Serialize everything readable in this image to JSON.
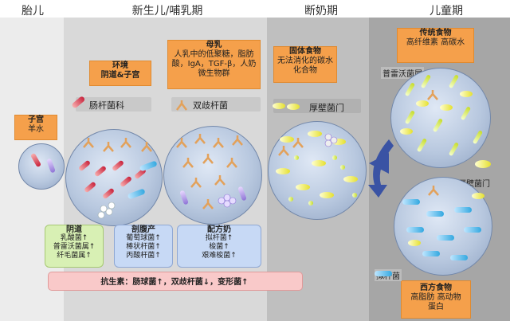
{
  "stages": {
    "fetus": "胎儿",
    "newborn": "新生儿/哺乳期",
    "weaning": "断奶期",
    "childhood": "儿童期"
  },
  "boxes": {
    "uterus": {
      "title": "子宫",
      "sub": "羊水"
    },
    "environment": {
      "title": "环境",
      "sub": "阴道&子宫"
    },
    "breastmilk": {
      "title": "母乳",
      "sub": "人乳中的低聚糖，脂肪酸，IgA，TGF-β，人奶微生物群"
    },
    "solid": {
      "title": "固体食物",
      "sub": "无法消化的碳水化合物"
    },
    "traditional": {
      "title": "传统食物",
      "sub": "高纤维素 高碳水"
    },
    "western": {
      "title": "西方食物",
      "sub": "高脂肪 高动物蛋白"
    }
  },
  "labels": {
    "enterobacteriaceae": "肠杆菌科",
    "bifido": "双歧杆菌",
    "firmicutes": "厚壁菌门",
    "prevotella": "普雷沃菌属",
    "firmicutes2": "厚壁菌门",
    "bacillus": "拟杆菌"
  },
  "chips": {
    "vaginal": {
      "title": "阴道",
      "lines": [
        "乳酸菌↑",
        "普雷沃菌属↑",
        "纤毛菌属↑"
      ]
    },
    "csection": {
      "title": "剖腹产",
      "lines": [
        "葡萄球菌↑",
        "棒状杆菌↑",
        "丙酸杆菌↑"
      ]
    },
    "formula": {
      "title": "配方奶",
      "lines": [
        "拟杆菌↑",
        "梭菌↑",
        "艰难梭菌↑"
      ]
    }
  },
  "antibiotic": "抗生素：肠球菌↑，双歧杆菌↓，变形菌↑",
  "colors": {
    "bg_left": "#d9d9d9",
    "bg_mid": "#bfbfbf",
    "bg_right": "#a6a6a6",
    "orange": "#f5a04b",
    "green_chip": "#d8f0b4",
    "blue_chip": "#c7d9f5",
    "pink_bar": "#f9c9c9",
    "arrow_blue": "#3a53a4"
  }
}
